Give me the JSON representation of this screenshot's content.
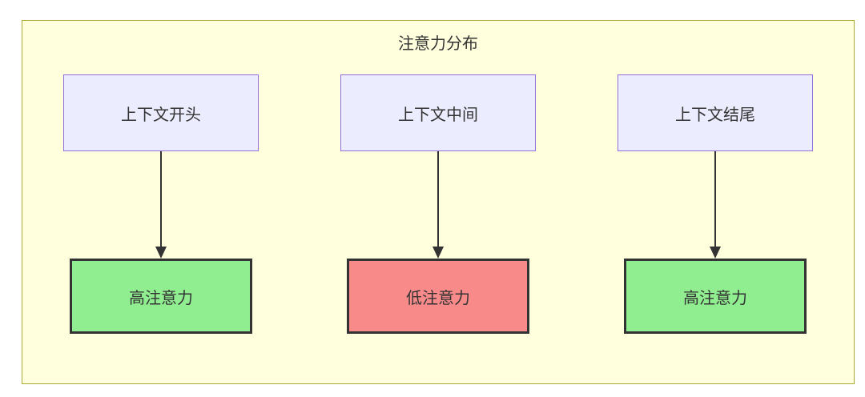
{
  "diagram": {
    "title": "注意力分布",
    "columns": [
      {
        "source": "上下文开头",
        "target": "高注意力",
        "target_type": "high"
      },
      {
        "source": "上下文中间",
        "target": "低注意力",
        "target_type": "low"
      },
      {
        "source": "上下文结尾",
        "target": "高注意力",
        "target_type": "high"
      }
    ],
    "colors": {
      "container_fill": "#ffffde",
      "container_border": "#aaaa33",
      "source_fill": "#ececff",
      "source_border": "#9370db",
      "high_attention_fill": "#90ee90",
      "low_attention_fill": "#f88a8a",
      "node_border_dark": "#333333",
      "arrow": "#333333",
      "text": "#333333"
    }
  }
}
